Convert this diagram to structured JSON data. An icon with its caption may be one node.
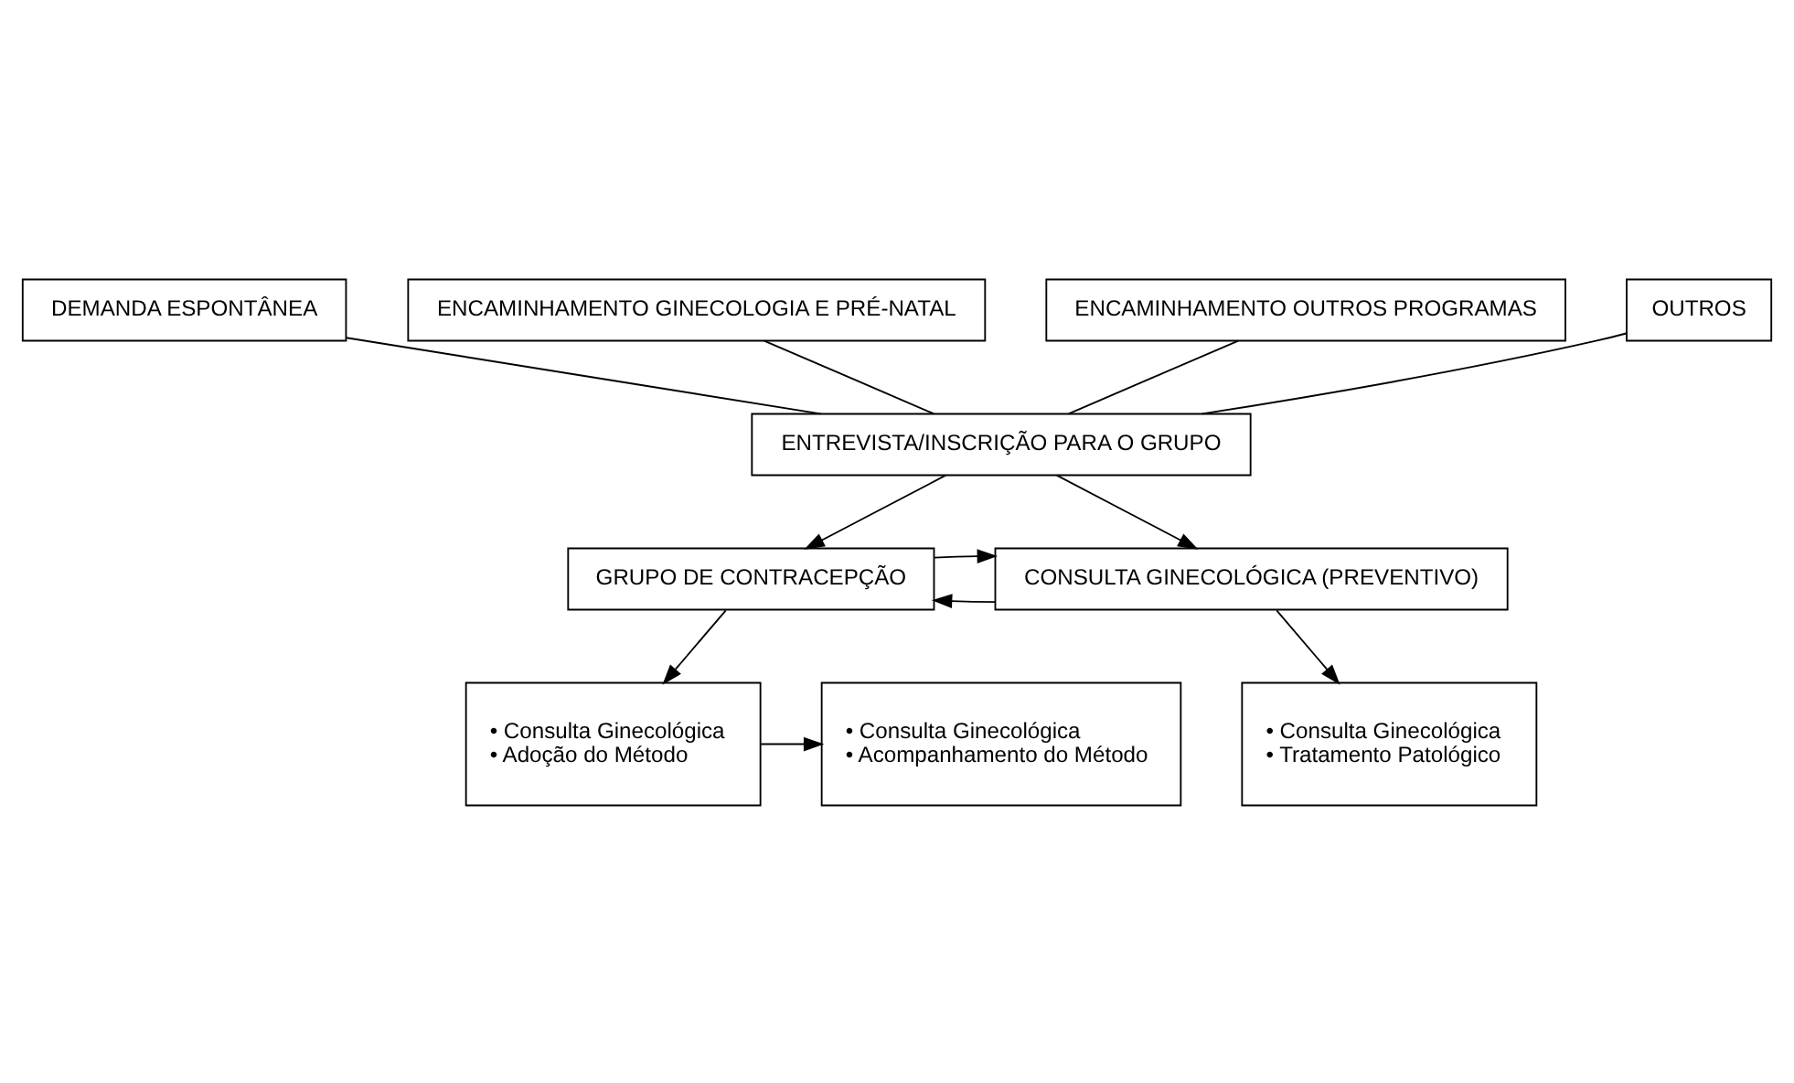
{
  "diagram": {
    "nodes": [
      {
        "text": [
          "DEMANDA ESPONTÂNEA"
        ]
      },
      {
        "text": [
          "ENCAMINHAMENTO GINECOLOGIA E PRÉ-NATAL"
        ]
      },
      {
        "text": [
          "ENCAMINHAMENTO OUTROS PROGRAMAS"
        ]
      },
      {
        "text": [
          "OUTROS"
        ]
      },
      {
        "text": [
          "ENTREVISTA/INSCRIÇÃO PARA O GRUPO"
        ]
      },
      {
        "text": [
          "GRUPO DE CONTRACEPÇÃO"
        ]
      },
      {
        "text": [
          "CONSULTA GINECOLÓGICA (PREVENTIVO)"
        ]
      },
      {
        "text": [
          "• Consulta Ginecológica",
          "• Acompanhamento do Método"
        ]
      },
      {
        "text": [
          "• Consulta Ginecológica",
          "• Adoção do Método"
        ]
      },
      {
        "text": [
          "• Consulta Ginecológica",
          "• Tratamento Patológico"
        ]
      }
    ],
    "edges": [
      {
        "from": 0,
        "to": 4,
        "arrow": "none"
      },
      {
        "from": 1,
        "to": 4,
        "arrow": "none"
      },
      {
        "from": 2,
        "to": 4,
        "arrow": "none"
      },
      {
        "from": 3,
        "to": 4,
        "arrow": "none"
      },
      {
        "from": 4,
        "to": 5,
        "arrow": "to"
      },
      {
        "from": 4,
        "to": 6,
        "arrow": "to"
      },
      {
        "from": 6,
        "to": 5,
        "arrow": "to"
      },
      {
        "from": 5,
        "to": 6,
        "arrow": "to"
      },
      {
        "from": 5,
        "to": 8,
        "arrow": "to"
      },
      {
        "from": 6,
        "to": 9,
        "arrow": "to"
      },
      {
        "from": 8,
        "to": 7,
        "arrow": "to"
      }
    ]
  }
}
